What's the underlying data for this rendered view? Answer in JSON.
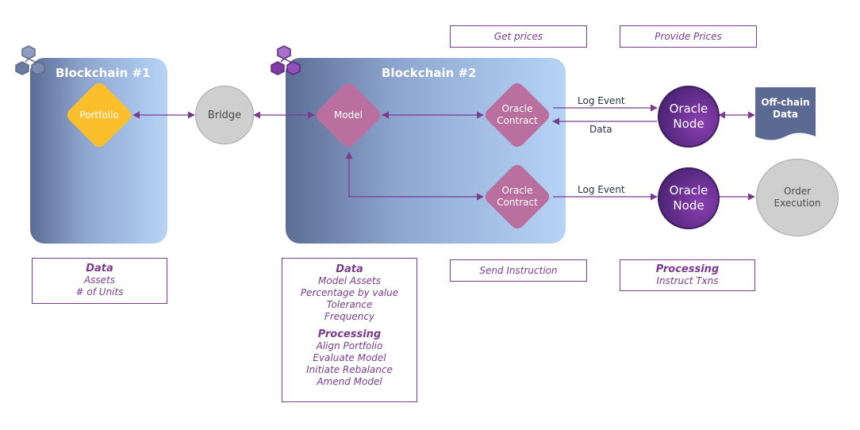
{
  "chains": [
    {
      "title": "Blockchain #1"
    },
    {
      "title": "Blockchain #2"
    }
  ],
  "nodes": {
    "portfolio": "Portfolio",
    "bridge": "Bridge",
    "model": "Model",
    "oracle_contract_1": "Oracle\nContract",
    "oracle_contract_2": "Oracle\nContract",
    "oracle_node_1": "Oracle\nNode",
    "oracle_node_2": "Oracle\nNode",
    "offchain_data": "Off-chain\nData",
    "order_execution": "Order\nExecution"
  },
  "edge_labels": {
    "log_event_1": "Log Event",
    "data": "Data",
    "log_event_2": "Log Event"
  },
  "boxes": {
    "get_prices": "Get prices",
    "provide_prices": "Provide Prices",
    "send_instruction": "Send Instruction",
    "chain1_info": {
      "heading": "Data",
      "lines": [
        "Assets",
        "# of Units"
      ]
    },
    "chain2_info": {
      "data_heading": "Data",
      "data_lines": [
        "Model Assets",
        "Percentage by value",
        "Tolerance",
        "Frequency"
      ],
      "processing_heading": "Processing",
      "processing_lines": [
        "Align Portfolio",
        "Evaluate Model",
        "Initiate Rebalance",
        "Amend Model"
      ]
    },
    "processing_box": {
      "heading": "Processing",
      "lines": [
        "Instruct Txns"
      ]
    }
  },
  "colors": {
    "portfolio": "#fbbf2c",
    "diamond": "#b9709f",
    "edge": "#7a3b8f",
    "box_text": "#7a3b8f"
  }
}
